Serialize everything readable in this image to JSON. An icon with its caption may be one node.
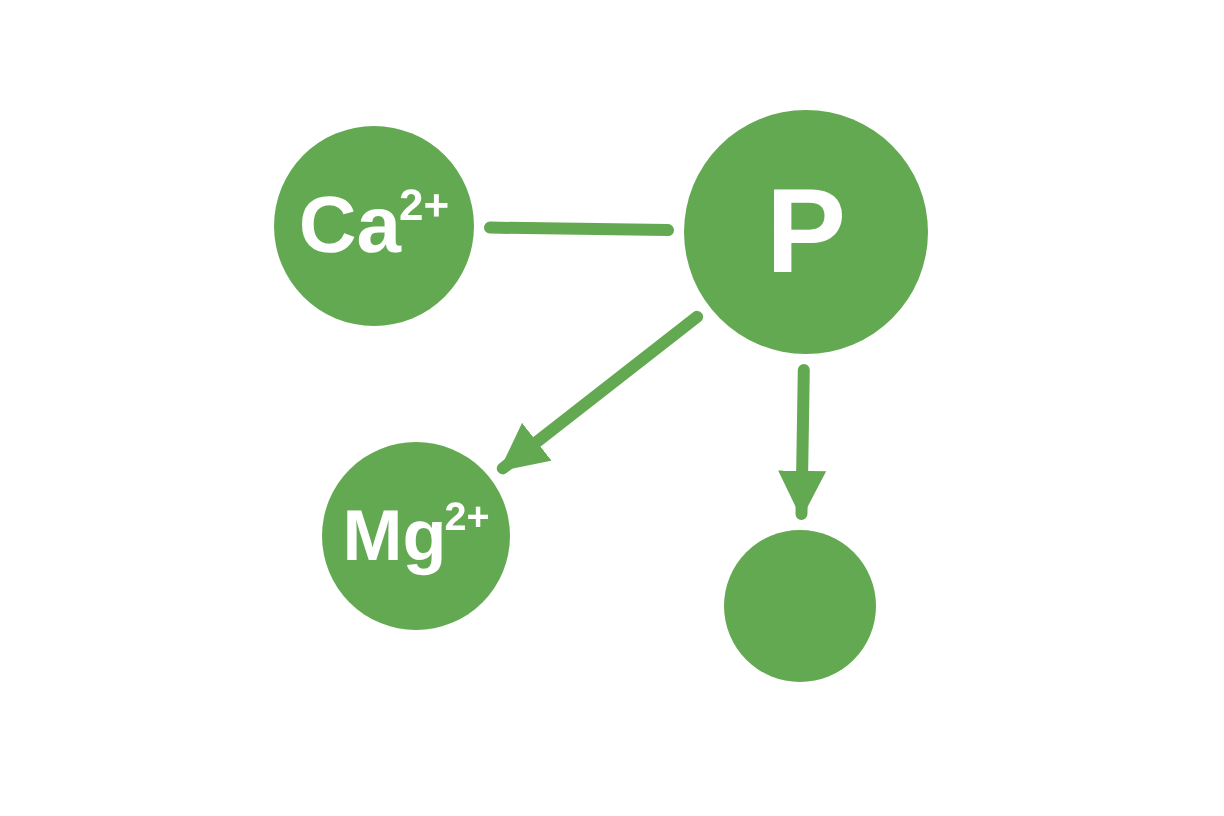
{
  "diagram": {
    "nodes": [
      {
        "text": [
          "Ca$^{2+}$"
        ]
      },
      {
        "text": [
          "P"
        ]
      },
      {
        "text": [
          "Mg$^{2+}$"
        ]
      },
      {
        "text": [],
        "shape": "circle"
      }
    ],
    "edges": [
      {
        "from": 0,
        "to": 1,
        "arrow": "none"
      },
      {
        "from": 1,
        "to": 2,
        "arrow": "to"
      },
      {
        "from": 1,
        "to": 3,
        "arrow": "to"
      }
    ]
  }
}
